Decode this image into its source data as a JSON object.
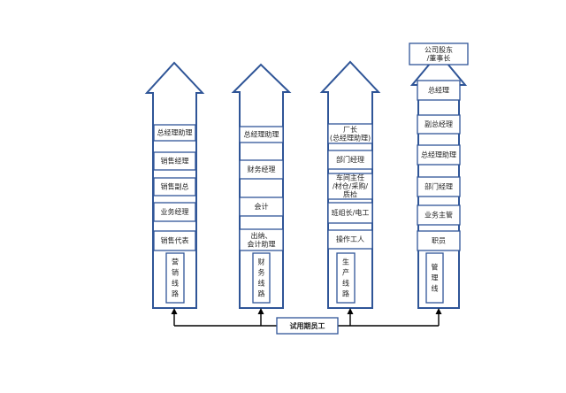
{
  "root_label": "试用期员工",
  "columns": [
    {
      "id": "sales",
      "track_label": [
        "营",
        "销",
        "线",
        "路"
      ],
      "boxes": [
        [
          "总经理助理"
        ],
        [
          "销售经理"
        ],
        [
          "销售副总"
        ],
        [
          "业务经理"
        ],
        [
          "销售代表"
        ]
      ]
    },
    {
      "id": "finance",
      "track_label": [
        "财",
        "务",
        "线",
        "路"
      ],
      "boxes": [
        [
          "总经理助理"
        ],
        [
          "财务经理"
        ],
        [
          "会计"
        ],
        [
          "出纳、",
          "会计助理"
        ]
      ]
    },
    {
      "id": "production",
      "track_label": [
        "生",
        "产",
        "线",
        "路"
      ],
      "boxes": [
        [
          "厂长",
          "(总经理助理)"
        ],
        [
          "部门经理"
        ],
        [
          "车间主任",
          "/材仓/采购/",
          "质检"
        ],
        [
          "班组长/电工"
        ],
        [
          "操作工人"
        ]
      ]
    },
    {
      "id": "management",
      "track_label": [
        "管",
        "理",
        "线"
      ],
      "boxes": [
        [
          "公司股东",
          "/董事长"
        ],
        [
          "总经理"
        ],
        [
          "副总经理"
        ],
        [
          "总经理助理"
        ],
        [
          "部门经理"
        ],
        [
          "业务主管"
        ],
        [
          "职员"
        ]
      ]
    }
  ]
}
